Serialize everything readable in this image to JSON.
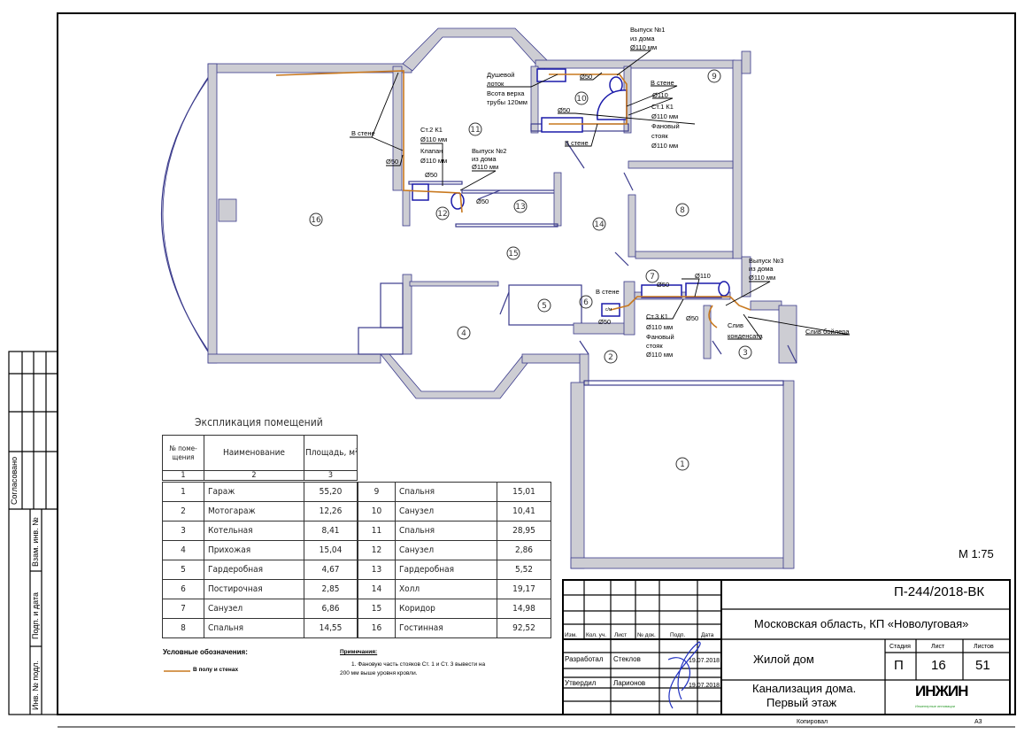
{
  "rooms": [
    "1",
    "2",
    "3",
    "4",
    "5",
    "6",
    "7",
    "8",
    "9",
    "10",
    "11",
    "12",
    "13",
    "14",
    "15",
    "16"
  ],
  "annotations": {
    "vypusk1": [
      "Выпуск №1",
      "из дома",
      "Ø110 мм"
    ],
    "shower": [
      "Душевой",
      "лоток",
      "Всота верха",
      "трубы 120мм"
    ],
    "d50_a": "Ø50",
    "st1": [
      "В стене",
      "Ø110",
      "Ст.1  К1",
      "Ø110 мм",
      "Фановый",
      "стояк",
      "Ø110 мм"
    ],
    "d50_b": "Ø50",
    "v_stene_b": "В стене",
    "v_stene_left": "В стене",
    "d50_left": "Ø50",
    "st2": [
      "Ст.2  К1",
      "Ø110 мм",
      "Клапан",
      "Ø110 мм"
    ],
    "d50_c": "Ø50",
    "vypusk2": [
      "Выпуск №2",
      "из дома",
      "Ø110 мм"
    ],
    "d50_d": "Ø50",
    "v_stene_6": "В стене",
    "d50_6": "Ø50",
    "d50_7": "Ø50",
    "d110_7": "Ø110",
    "st3": [
      "Ст.3  К1",
      "Ø110 мм",
      "Фановый",
      "стояк",
      "Ø110 мм"
    ],
    "d50_e": "Ø50",
    "vypusk3": [
      "Выпуск №3",
      "из дома",
      "Ø110 мм"
    ],
    "condensate": [
      "Слив",
      "конденсата"
    ],
    "boiler": "Слив бойлера",
    "sm": "с/м"
  },
  "scale": "М 1:75",
  "explication": {
    "title": "Экспликация помещений",
    "headers": [
      "№ поме-щения",
      "Наименование",
      "Площадь, м²"
    ],
    "col_numbers": [
      "1",
      "2",
      "3"
    ],
    "left_rows": [
      [
        "1",
        "Гараж",
        "55,20"
      ],
      [
        "2",
        "Мотогараж",
        "12,26"
      ],
      [
        "3",
        "Котельная",
        "8,41"
      ],
      [
        "4",
        "Прихожая",
        "15,04"
      ],
      [
        "5",
        "Гардеробная",
        "4,67"
      ],
      [
        "6",
        "Постирочная",
        "2,85"
      ],
      [
        "7",
        "Санузел",
        "6,86"
      ],
      [
        "8",
        "Спальня",
        "14,55"
      ]
    ],
    "right_rows": [
      [
        "9",
        "Спальня",
        "15,01"
      ],
      [
        "10",
        "Санузел",
        "10,41"
      ],
      [
        "11",
        "Спальня",
        "28,95"
      ],
      [
        "12",
        "Санузел",
        "2,86"
      ],
      [
        "13",
        "Гардеробная",
        "5,52"
      ],
      [
        "14",
        "Холл",
        "19,17"
      ],
      [
        "15",
        "Коридор",
        "14,98"
      ],
      [
        "16",
        "Гостинная",
        "92,52"
      ]
    ]
  },
  "legend": {
    "title": "Условные обозначения:",
    "item": "В полу и стенах",
    "color": "#c8781e"
  },
  "notes": {
    "title": "Примечания:",
    "text1": "1.    Фановую часть стояков Ст. 1 и Ст. 3  вывести на",
    "text2": "200 мм выше уровня кровли."
  },
  "title_block": {
    "doc_number": "П-244/2018-ВК",
    "address": "Московская область, КП «Новолуговая»",
    "col_headers": [
      "Изм.",
      "Кол. уч.",
      "Лист",
      "№ док.",
      "Подп.",
      "Дата"
    ],
    "developed_label": "Разработал",
    "developed_name": "Стеклов",
    "developed_date": "19.07.2018",
    "approved_label": "Утвердил",
    "approved_name": "Ларионов",
    "approved_date": "19.07.2018",
    "object": "Жилой дом",
    "stage_label": "Стадия",
    "sheet_label": "Лист",
    "sheets_label": "Листов",
    "stage": "П",
    "sheet": "16",
    "sheets": "51",
    "sheet_title_1": "Канализация дома.",
    "sheet_title_2": "Первый этаж",
    "logo": "ИНЖИН",
    "logo_sub": "Инженерные инновации",
    "copied": "Копировал",
    "format": "А3"
  },
  "side_stamp": [
    "Согласовано",
    "Взам. инв. №",
    "Подп. и дата",
    "Инв. № подл."
  ]
}
